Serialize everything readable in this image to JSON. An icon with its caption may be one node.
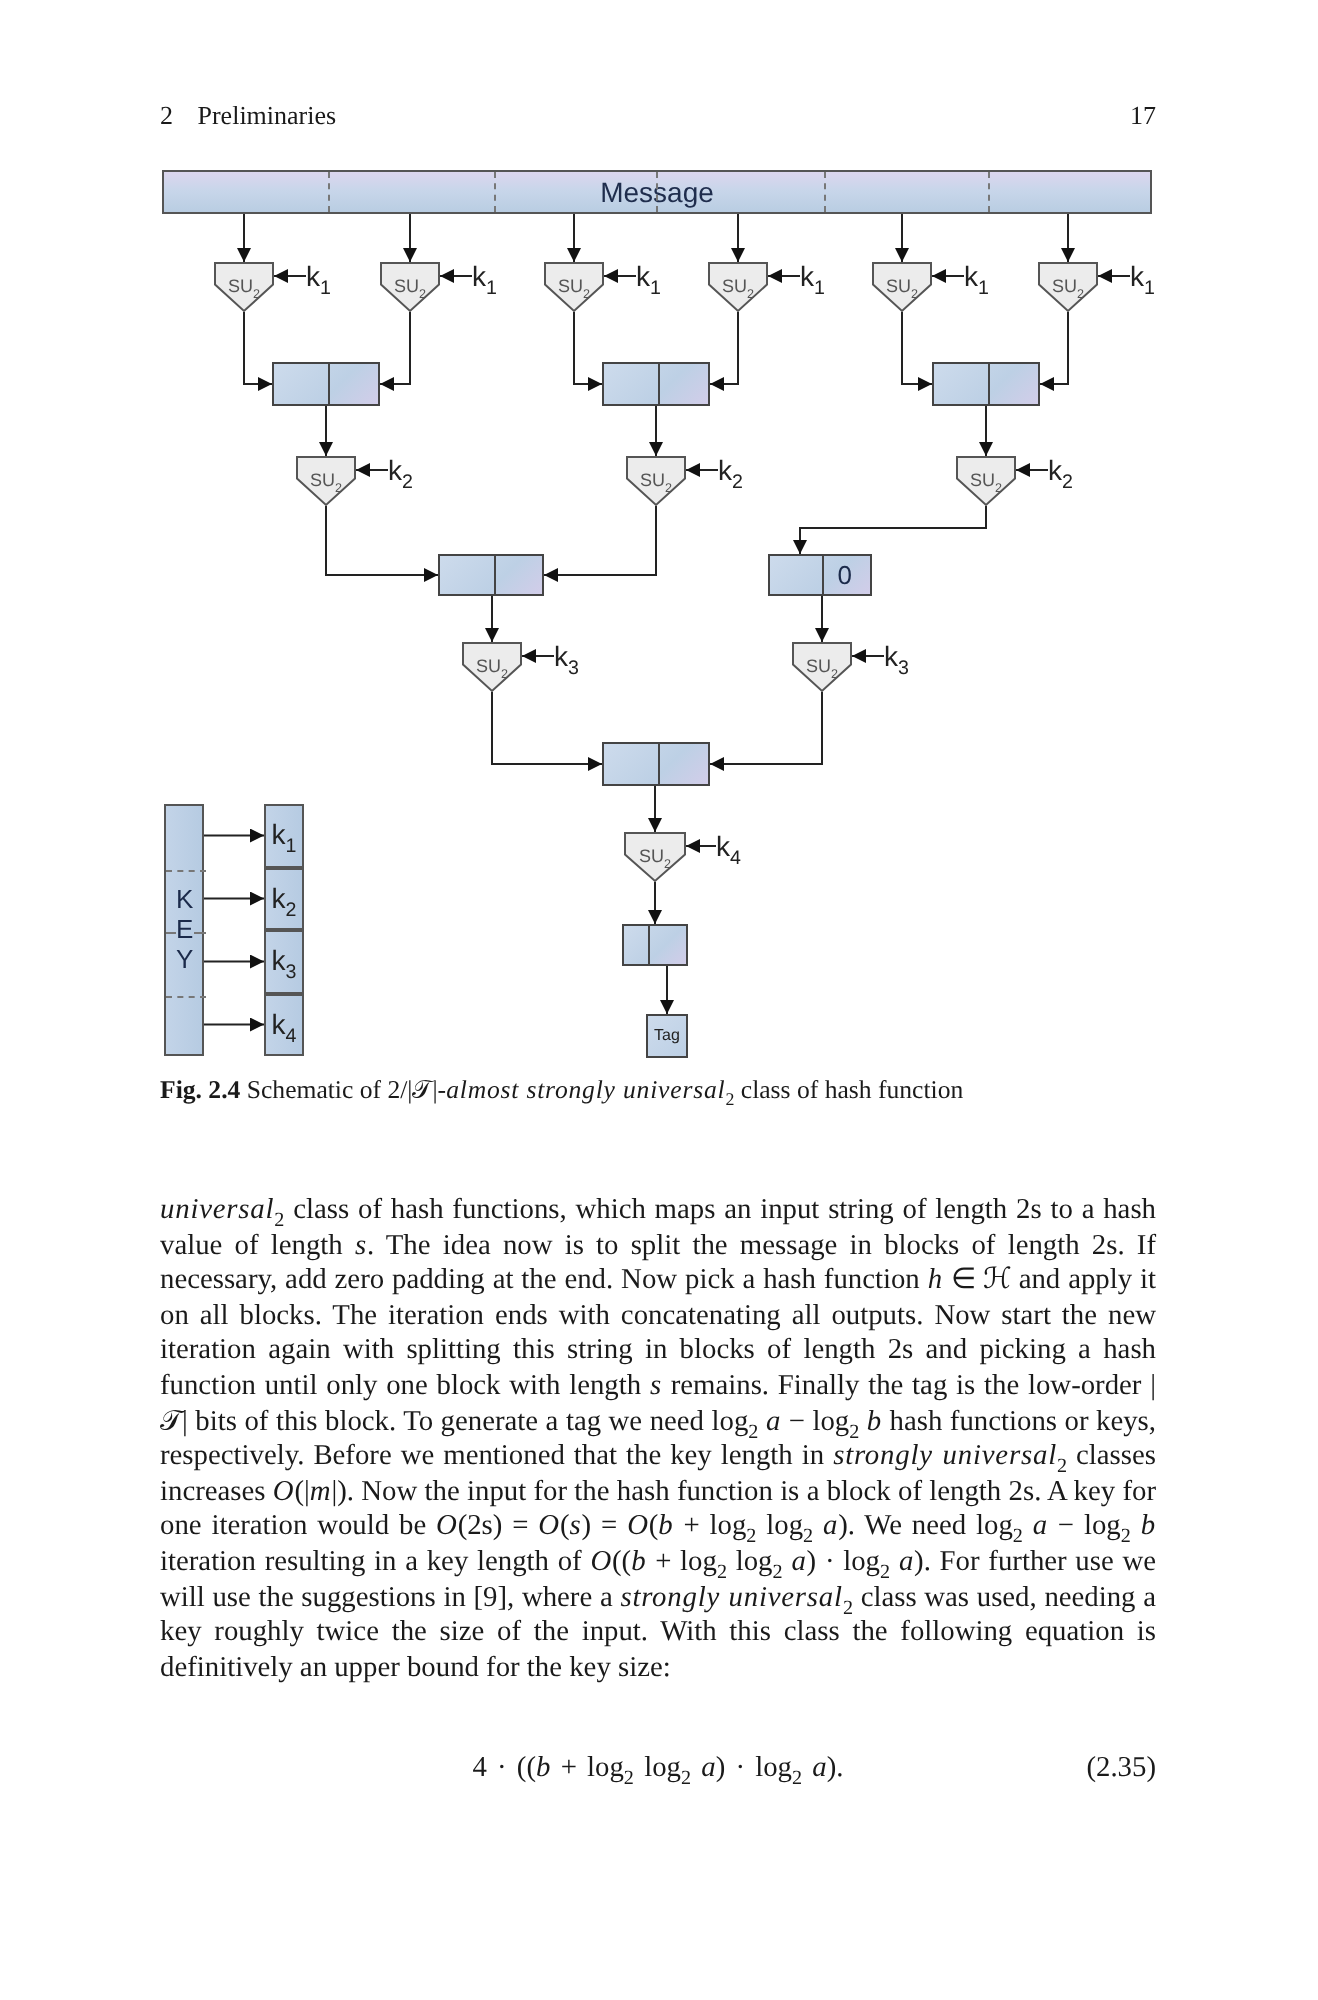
{
  "diagram": {
    "caption": "**Fig. 2.4** Schematic of 2/|𝒯|-*almost strongly universal*$_{2}$ class of hash function",
    "nodes": [
      {
        "text": [
          "Message"
        ]
      },
      {
        "text": [
          "SU$_{2}$"
        ]
      },
      {
        "text": [
          "k$_{1}$"
        ]
      },
      {
        "text": [
          "SU$_{2}$"
        ]
      },
      {
        "text": [
          "k$_{1}$"
        ]
      },
      {
        "text": [
          "SU$_{2}$"
        ]
      },
      {
        "text": [
          "k$_{1}$"
        ]
      },
      {
        "text": [
          "SU$_{2}$"
        ]
      },
      {
        "text": [
          "k$_{1}$"
        ]
      },
      {
        "text": [
          "SU$_{2}$"
        ]
      },
      {
        "text": [
          "k$_{1}$"
        ]
      },
      {
        "text": [
          "SU$_{2}$"
        ]
      },
      {
        "text": [
          "k$_{1}$"
        ]
      },
      {
        "text": [],
        "shape": "box"
      },
      {
        "text": [],
        "shape": "box"
      },
      {
        "text": [],
        "shape": "box"
      },
      {
        "text": [
          "SU$_{2}$"
        ]
      },
      {
        "text": [
          "k$_{2}$"
        ]
      },
      {
        "text": [
          "SU$_{2}$"
        ]
      },
      {
        "text": [
          "k$_{2}$"
        ]
      },
      {
        "text": [
          "SU$_{2}$"
        ]
      },
      {
        "text": [
          "k$_{2}$"
        ]
      },
      {
        "text": [],
        "shape": "box"
      },
      {
        "text": [
          "0"
        ]
      },
      {
        "text": [
          "SU$_{2}$"
        ]
      },
      {
        "text": [
          "k$_{3}$"
        ]
      },
      {
        "text": [
          "SU$_{2}$"
        ]
      },
      {
        "text": [
          "k$_{3}$"
        ]
      },
      {
        "text": [],
        "shape": "box"
      },
      {
        "text": [
          "SU$_{2}$"
        ]
      },
      {
        "text": [
          "k$_{4}$"
        ]
      },
      {
        "text": [],
        "shape": "box"
      },
      {
        "text": [
          "Tag"
        ]
      },
      {
        "text": [
          "K E Y"
        ]
      },
      {
        "text": [
          "k$_{1}$"
        ]
      },
      {
        "text": [
          "k$_{2}$"
        ]
      },
      {
        "text": [
          "k$_{3}$"
        ]
      },
      {
        "text": [
          "k$_{4}$"
        ]
      }
    ],
    "edges": [
      {
        "from": 0,
        "to": 1,
        "arrow": "to"
      },
      {
        "from": 0,
        "to": 3,
        "arrow": "to"
      },
      {
        "from": 0,
        "to": 5,
        "arrow": "to"
      },
      {
        "from": 0,
        "to": 7,
        "arrow": "to"
      },
      {
        "from": 0,
        "to": 9,
        "arrow": "to"
      },
      {
        "from": 0,
        "to": 11,
        "arrow": "to"
      },
      {
        "from": 2,
        "to": 1,
        "arrow": "to"
      },
      {
        "from": 4,
        "to": 3,
        "arrow": "to"
      },
      {
        "from": 6,
        "to": 5,
        "arrow": "to"
      },
      {
        "from": 8,
        "to": 7,
        "arrow": "to"
      },
      {
        "from": 10,
        "to": 9,
        "arrow": "to"
      },
      {
        "from": 12,
        "to": 11,
        "arrow": "to"
      },
      {
        "from": 1,
        "to": 13,
        "arrow": "to"
      },
      {
        "from": 3,
        "to": 13,
        "arrow": "to"
      },
      {
        "from": 5,
        "to": 14,
        "arrow": "to"
      },
      {
        "from": 7,
        "to": 14,
        "arrow": "to"
      },
      {
        "from": 9,
        "to": 15,
        "arrow": "to"
      },
      {
        "from": 11,
        "to": 15,
        "arrow": "to"
      },
      {
        "from": 13,
        "to": 16,
        "arrow": "to"
      },
      {
        "from": 14,
        "to": 18,
        "arrow": "to"
      },
      {
        "from": 15,
        "to": 20,
        "arrow": "to"
      },
      {
        "from": 17,
        "to": 16,
        "arrow": "to"
      },
      {
        "from": 19,
        "to": 18,
        "arrow": "to"
      },
      {
        "from": 21,
        "to": 20,
        "arrow": "to"
      },
      {
        "from": 16,
        "to": 22,
        "arrow": "to"
      },
      {
        "from": 18,
        "to": 22,
        "arrow": "to"
      },
      {
        "from": 20,
        "to": 23,
        "arrow": "to"
      },
      {
        "from": 22,
        "to": 24,
        "arrow": "to"
      },
      {
        "from": 23,
        "to": 26,
        "arrow": "to"
      },
      {
        "from": 25,
        "to": 24,
        "arrow": "to"
      },
      {
        "from": 27,
        "to": 26,
        "arrow": "to"
      },
      {
        "from": 24,
        "to": 28,
        "arrow": "to"
      },
      {
        "from": 26,
        "to": 28,
        "arrow": "to"
      },
      {
        "from": 28,
        "to": 29,
        "arrow": "to"
      },
      {
        "from": 30,
        "to": 29,
        "arrow": "to"
      },
      {
        "from": 29,
        "to": 31,
        "arrow": "to"
      },
      {
        "from": 31,
        "to": 32,
        "arrow": "to"
      },
      {
        "from": 33,
        "to": 34,
        "arrow": "to"
      },
      {
        "from": 33,
        "to": 35,
        "arrow": "to"
      },
      {
        "from": 33,
        "to": 36,
        "arrow": "to"
      },
      {
        "from": 33,
        "to": 37,
        "arrow": "to"
      }
    ],
    "labels": [
      "2 Preliminaries",
      "17",
      "*universal*$_{2}$ class of hash functions, which maps an input string of length 2s to a hash value of length *s*. The idea now is to split the message in blocks of length 2s. If necessary, add zero padding at the end. Now pick a hash function *h* ∈ ℋ and apply it on all blocks. The iteration ends with concatenating all outputs. Now start the new iteration again with splitting this string in blocks of length 2s and picking a hash function until only one block with length *s* remains. Finally the tag is the low-order |𝒯| bits of this block. To generate a tag we need log$_{2}$ *a* − log$_{2}$ *b* hash functions or keys, respectively. Before we mentioned that the key length in *strongly universal*$_{2}$ classes increases *O*(|*m*|). Now the input for the hash function is a block of length 2s. A key for one iteration would be *O*(2s) = *O*(*s*) = *O*(*b* + log$_{2}$ log$_{2}$ *a*). We need log$_{2}$ *a* − log$_{2}$ *b* iteration resulting in a key length of *O*((*b* + log$_{2}$ log$_{2}$ *a*) · log$_{2}$ *a*). For further use we will use the suggestions in [9], where a *strongly universal*$_{2}$ class was used, needing a key roughly twice the size of the input. With this class the following equation is definitively an upper bound for the key size:",
      "4 · ((*b* + log$_{2}$ log$_{2}$ *a*) · log$_{2}$ *a*).",
      "(2.35)"
    ]
  }
}
